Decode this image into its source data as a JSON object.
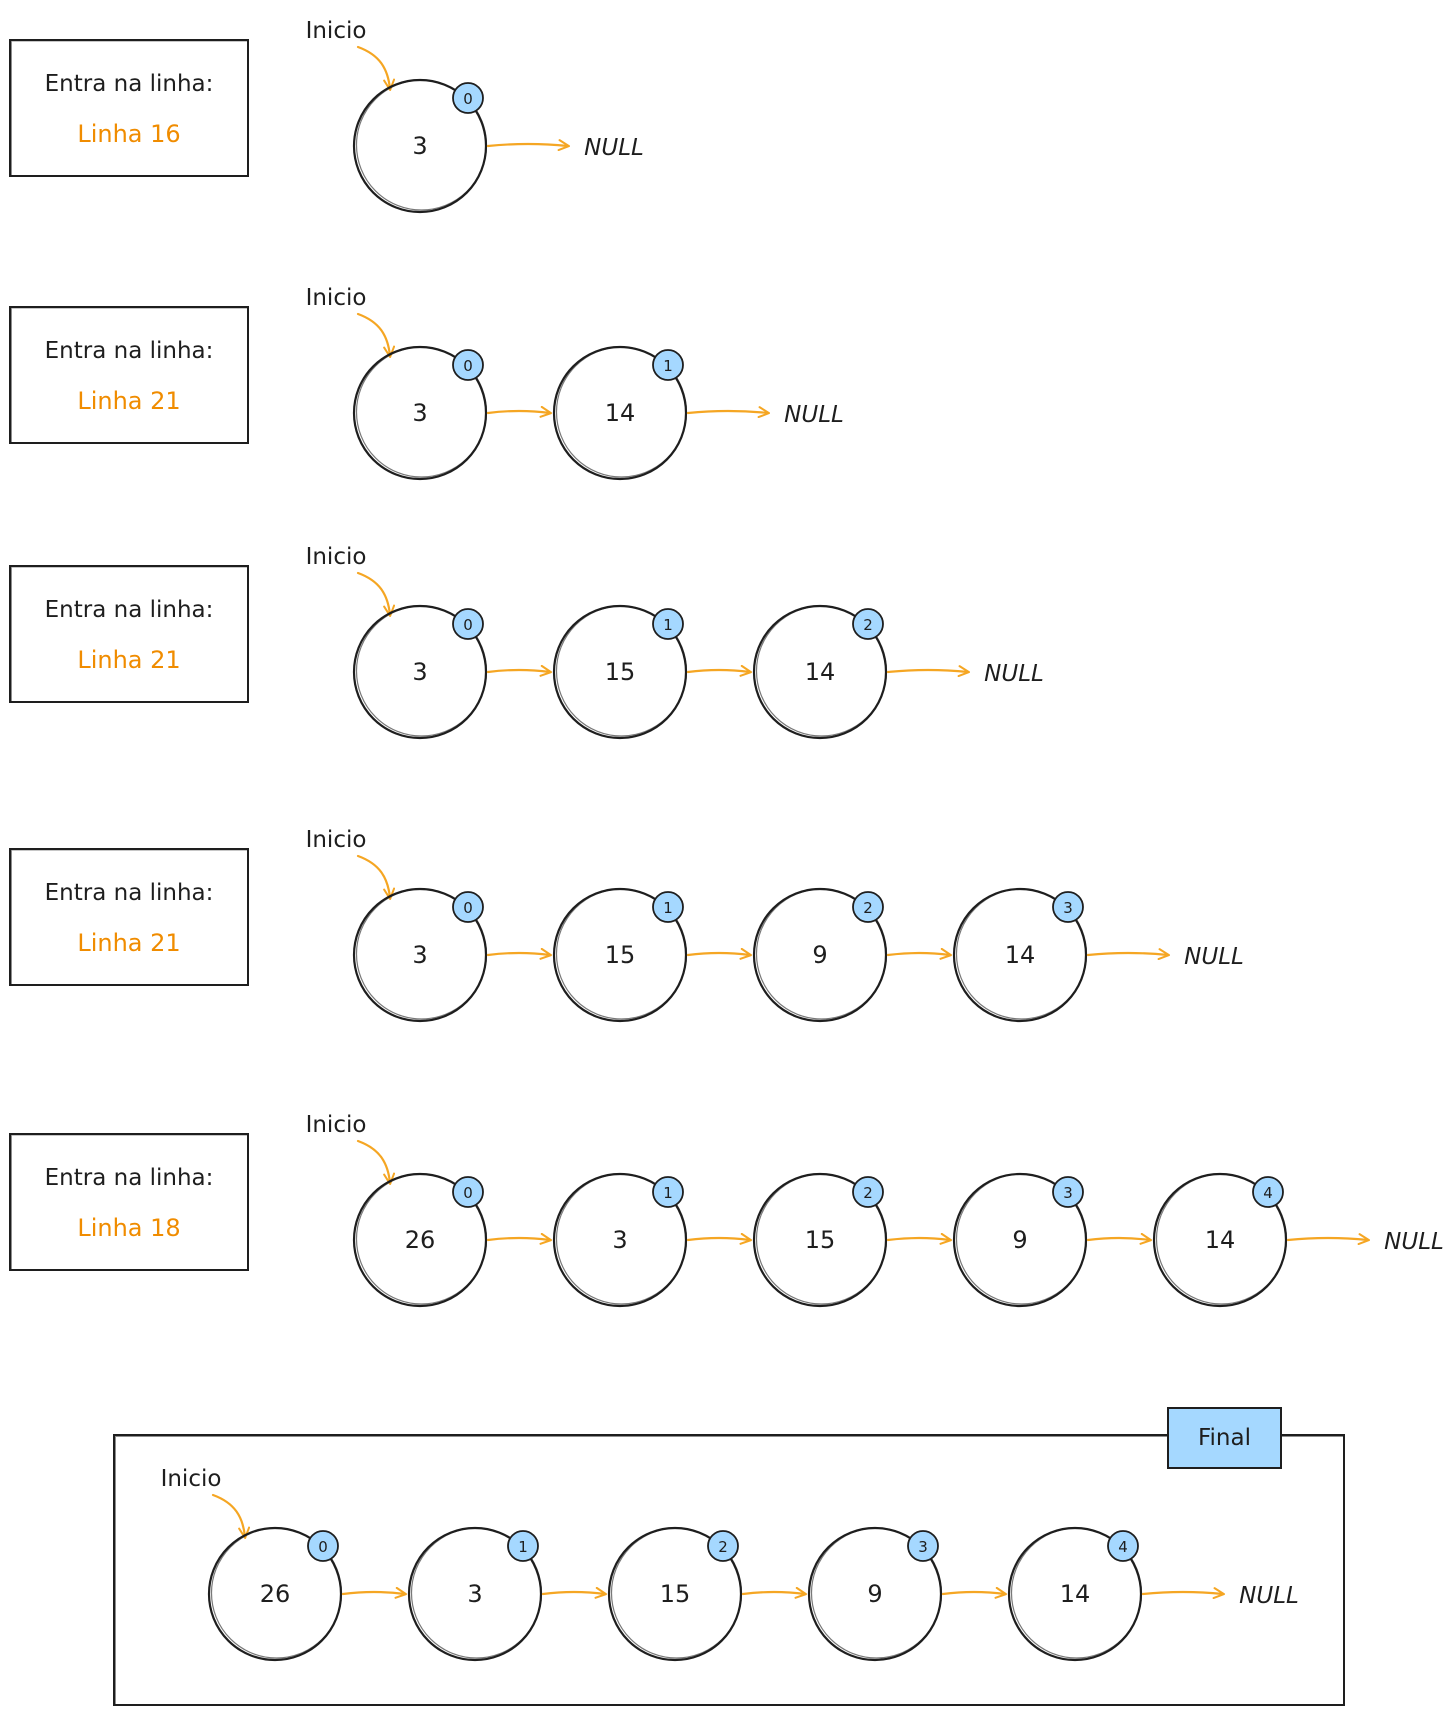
{
  "colors": {
    "stroke": "#1e1e1e",
    "arrow": "#f5a623",
    "line_text": "#f08c00",
    "badge_fill": "#a5d8ff",
    "final_fill": "#a5d8ff"
  },
  "labels": {
    "entry_prefix": "Entra na linha:",
    "start": "Inicio",
    "null": "NULL",
    "final": "Final"
  },
  "steps": [
    {
      "line_label": "Linha 16",
      "nodes": [
        {
          "value": "3",
          "index": "0"
        }
      ]
    },
    {
      "line_label": "Linha 21",
      "nodes": [
        {
          "value": "3",
          "index": "0"
        },
        {
          "value": "14",
          "index": "1"
        }
      ]
    },
    {
      "line_label": "Linha 21",
      "nodes": [
        {
          "value": "3",
          "index": "0"
        },
        {
          "value": "15",
          "index": "1"
        },
        {
          "value": "14",
          "index": "2"
        }
      ]
    },
    {
      "line_label": "Linha 21",
      "nodes": [
        {
          "value": "3",
          "index": "0"
        },
        {
          "value": "15",
          "index": "1"
        },
        {
          "value": "9",
          "index": "2"
        },
        {
          "value": "14",
          "index": "3"
        }
      ]
    },
    {
      "line_label": "Linha 18",
      "nodes": [
        {
          "value": "26",
          "index": "0"
        },
        {
          "value": "3",
          "index": "1"
        },
        {
          "value": "15",
          "index": "2"
        },
        {
          "value": "9",
          "index": "3"
        },
        {
          "value": "14",
          "index": "4"
        }
      ]
    }
  ],
  "final_list": {
    "nodes": [
      {
        "value": "26",
        "index": "0"
      },
      {
        "value": "3",
        "index": "1"
      },
      {
        "value": "15",
        "index": "2"
      },
      {
        "value": "9",
        "index": "3"
      },
      {
        "value": "14",
        "index": "4"
      }
    ]
  }
}
